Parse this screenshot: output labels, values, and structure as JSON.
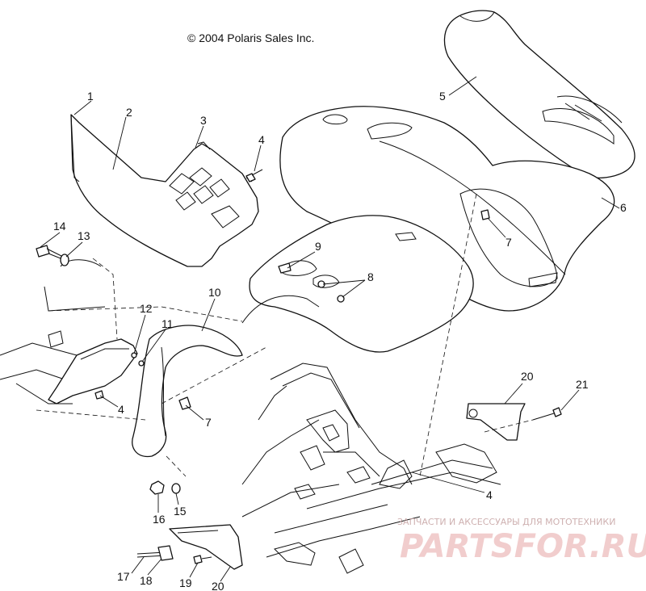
{
  "copyright": "© 2004 Polaris Sales Inc.",
  "callouts": [
    "1",
    "2",
    "3",
    "4",
    "5",
    "6",
    "7",
    "7",
    "8",
    "9",
    "10",
    "11",
    "12",
    "13",
    "14",
    "4",
    "7",
    "16",
    "15",
    "20",
    "21",
    "4",
    "17",
    "18",
    "19",
    "20"
  ],
  "watermark": {
    "tagline": "ЗАПЧАСТИ И АКСЕССУАРЫ ДЛЯ МОТОТЕХНИКИ",
    "logo": "PARTSFOR.RU"
  },
  "colors": {
    "line": "#111111",
    "background": "#ffffff",
    "watermark": "#f0c8c8"
  }
}
